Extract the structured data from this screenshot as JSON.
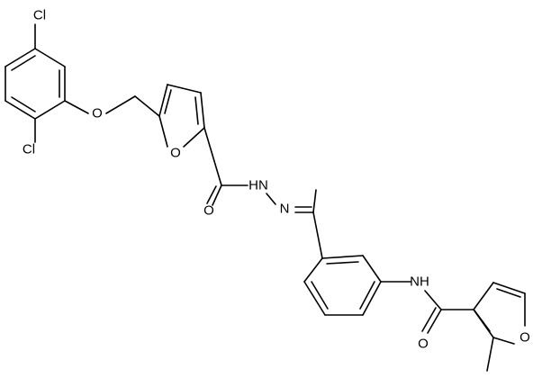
{
  "molecule": {
    "atoms": {
      "cl_top": "Cl",
      "cl_left": "Cl",
      "o_ether": "O",
      "o_furan1": "O",
      "o_carbonyl1": "O",
      "n_hydrazide": "HN",
      "n_imine": "N",
      "n_amide": "NH",
      "o_carbonyl2": "O",
      "o_furan2": "O"
    }
  }
}
